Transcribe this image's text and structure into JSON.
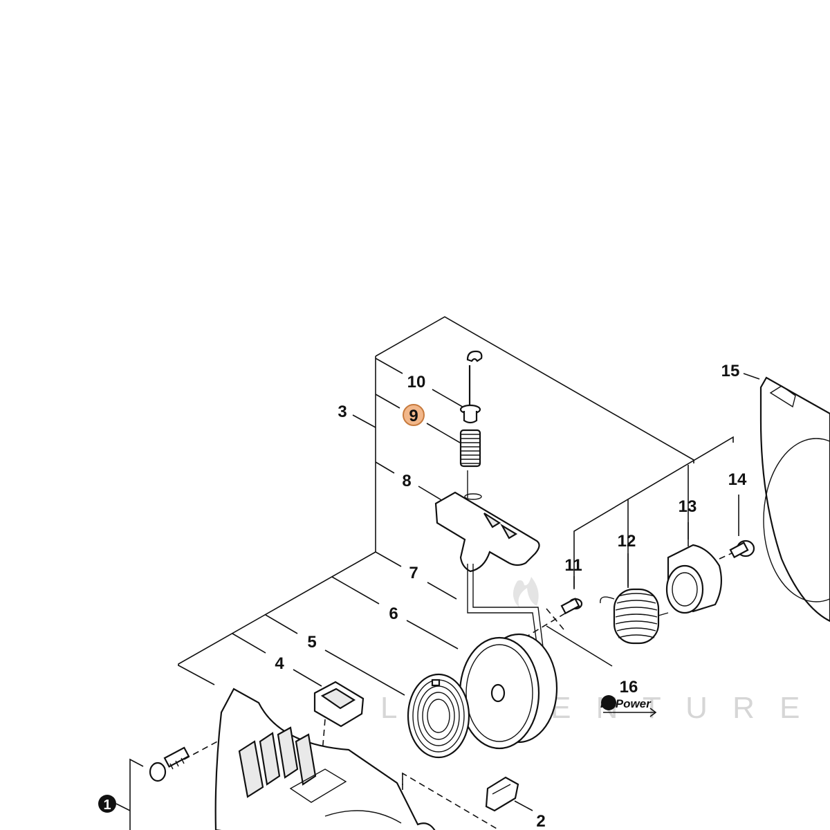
{
  "callouts": {
    "c1": "1",
    "c2": "2",
    "c3": "3",
    "c4": "4",
    "c5": "5",
    "c6": "6",
    "c7": "7",
    "c8": "8",
    "c9": "9",
    "c10": "10",
    "c11": "11",
    "c12": "12",
    "c13": "13",
    "c14": "14",
    "c15": "15",
    "c16": "16"
  },
  "highlighted_callout": "9",
  "logo": {
    "text": "RePower"
  },
  "watermark": {
    "text": "L A A V E N T U R E"
  },
  "colors": {
    "highlight_fill": "#f2b78a",
    "highlight_stroke": "#c77a3d",
    "line": "#111111",
    "watermark": "#d6d6d6"
  }
}
